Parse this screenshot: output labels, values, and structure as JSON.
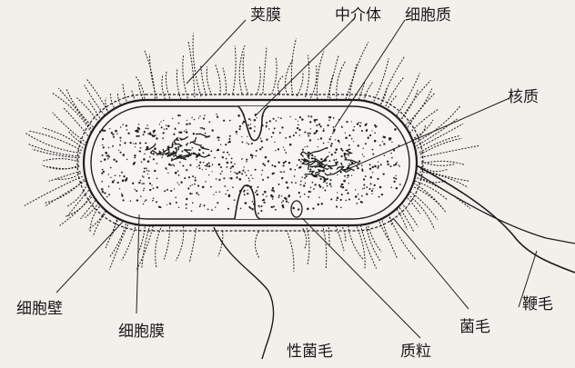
{
  "labels": {
    "capsule": "荚膜",
    "mesosome": "中介体",
    "cytoplasm": "细胞质",
    "nucleoid": "核质",
    "cell_wall": "细胞壁",
    "cell_membrane": "细胞膜",
    "sex_pilus": "性菌毛",
    "granule": "质粒",
    "pilus": "菌毛",
    "flagellum": "鞭毛"
  },
  "colors": {
    "ink": "#1e1e1e",
    "background": "#f3f0ec",
    "cell_fill": "#f7f5f2"
  }
}
